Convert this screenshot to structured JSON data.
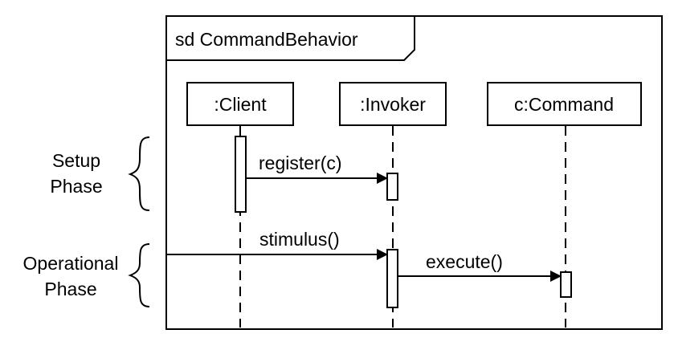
{
  "diagram": {
    "frame_label": "sd CommandBehavior",
    "lifelines": [
      {
        "label": ":Client"
      },
      {
        "label": ":Invoker"
      },
      {
        "label": "c:Command"
      }
    ],
    "messages": {
      "register": "register(c)",
      "stimulus": "stimulus()",
      "execute": "execute()"
    },
    "phases": {
      "setup": [
        "Setup",
        "Phase"
      ],
      "operational": [
        "Operational",
        "Phase"
      ]
    }
  }
}
